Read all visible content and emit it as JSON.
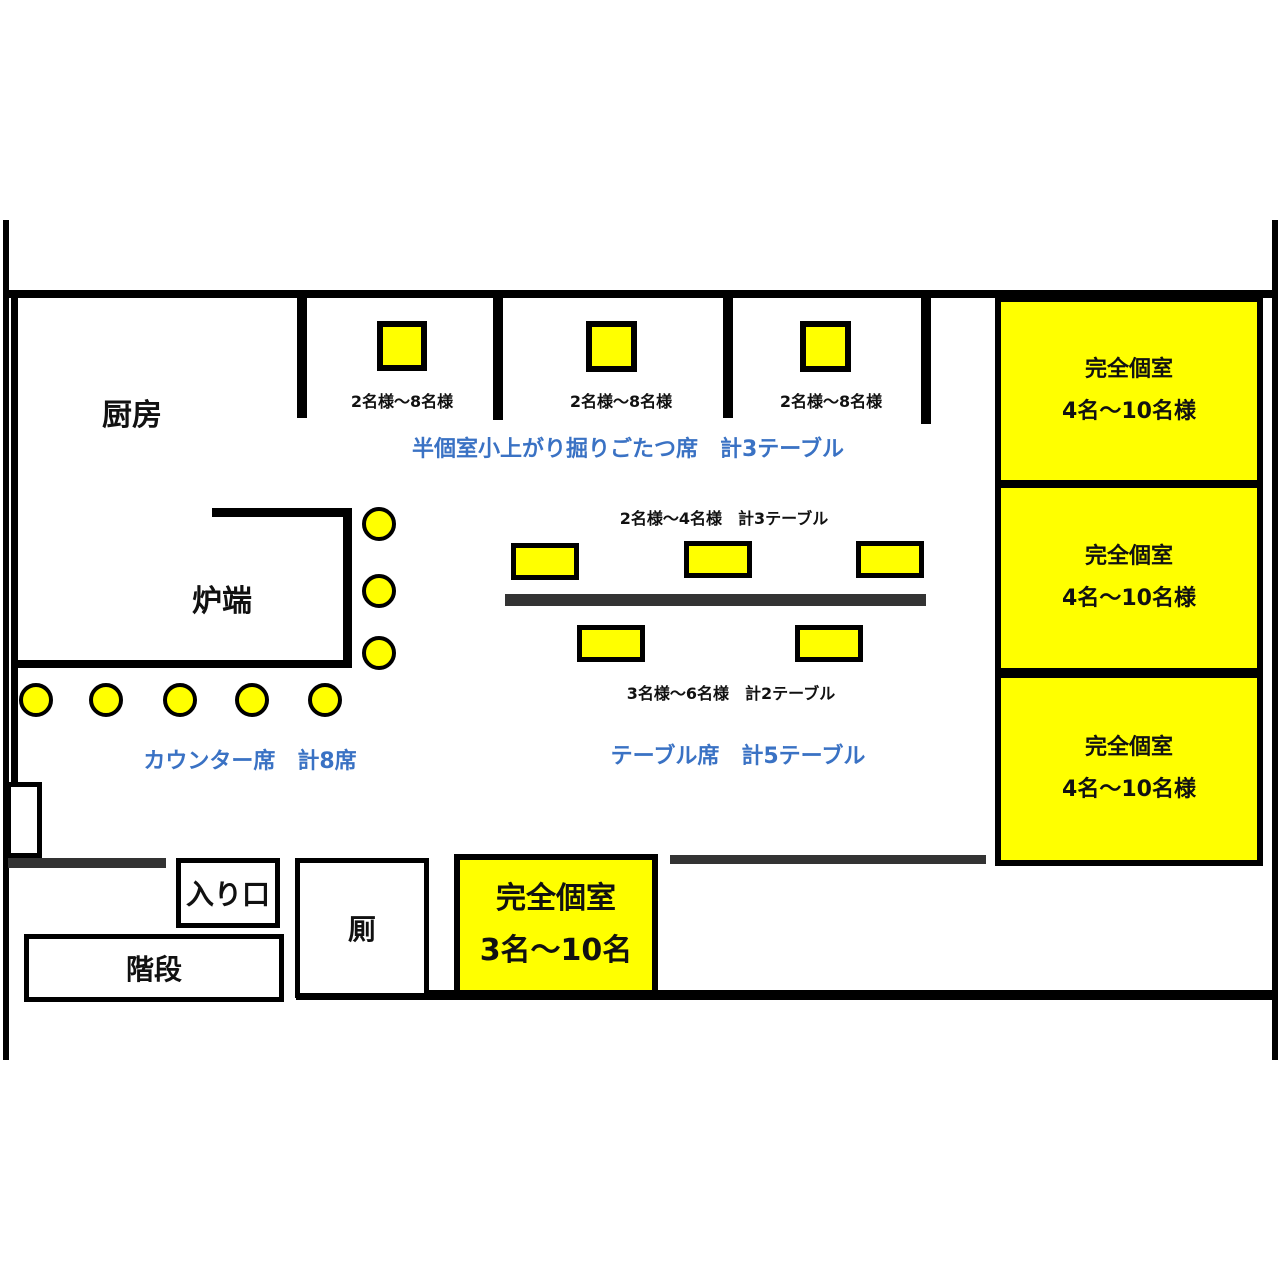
{
  "rooms": {
    "kitchen": "厨房",
    "robata": "炉端",
    "entrance": "入り口",
    "stairs": "階段",
    "toilet": "厠"
  },
  "semi_private": {
    "tables": [
      "2名様～8名様",
      "2名様～8名様",
      "2名様～8名様"
    ],
    "label": "半個室小上がり掘りごたつ席　計3テーブル"
  },
  "counter": {
    "label": "カウンター席　計8席",
    "seat_count": 8
  },
  "table_seats": {
    "upper_label": "2名様～4名様　計3テーブル",
    "lower_label": "3名様～6名様　計2テーブル",
    "label": "テーブル席　計5テーブル"
  },
  "private_rooms": [
    {
      "title": "完全個室",
      "capacity": "4名～10名様"
    },
    {
      "title": "完全個室",
      "capacity": "4名～10名様"
    },
    {
      "title": "完全個室",
      "capacity": "4名～10名様"
    },
    {
      "title": "完全個室",
      "capacity": "3名～10名"
    }
  ],
  "colors": {
    "seat": "#ffff00",
    "label_blue": "#3a72c4"
  }
}
